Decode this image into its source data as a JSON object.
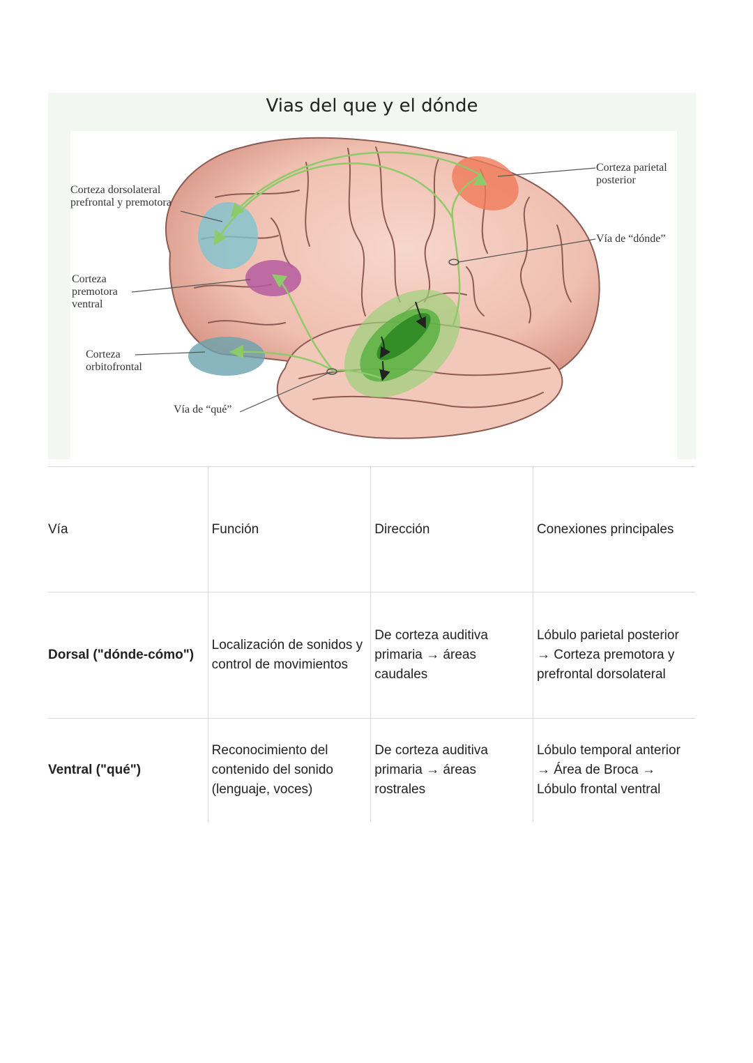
{
  "figure": {
    "title": "Vias del que y el dónde",
    "labels": {
      "dlpfc": [
        "Corteza dorsolateral",
        "prefrontal y premotora"
      ],
      "vpm": [
        "Corteza",
        "premotora",
        "ventral"
      ],
      "ofc": [
        "Corteza",
        "orbitofrontal"
      ],
      "what": "Vía de “qué”",
      "ppc": [
        "Corteza parietal",
        "posterior"
      ],
      "where": "Vía de “dónde”"
    },
    "colors": {
      "brain": "#f2c6b8",
      "sulci": "#8c5a52",
      "pathway": "#8fca6a",
      "dlpfc": "#7ec4cf",
      "vpm": "#b55aa0",
      "ofc": "#6aa3ae",
      "ppc": "#f07a5a",
      "auditory": "#3f9e2e"
    }
  },
  "table": {
    "headers": [
      "Vía",
      "Función",
      "Dirección",
      "Conexiones principales"
    ],
    "rows": [
      {
        "via": "Dorsal (\"dónde-cómo\")",
        "funcion": [
          "Localización de sonidos y",
          "control de movimientos"
        ],
        "direccion": [
          "De corteza auditiva",
          "primaria → áreas",
          "caudales"
        ],
        "conexiones": [
          "Lóbulo parietal posterior",
          "→ Corteza premotora y",
          "prefrontal dorsolateral"
        ]
      },
      {
        "via": "Ventral (\"qué\")",
        "funcion": [
          "Reconocimiento del",
          "contenido del sonido",
          "(lenguaje, voces)"
        ],
        "direccion": [
          "De corteza auditiva",
          "primaria → áreas",
          "rostrales"
        ],
        "conexiones": [
          "Lóbulo temporal anterior",
          "→ Área de Broca →",
          "Lóbulo frontal ventral"
        ]
      }
    ]
  }
}
